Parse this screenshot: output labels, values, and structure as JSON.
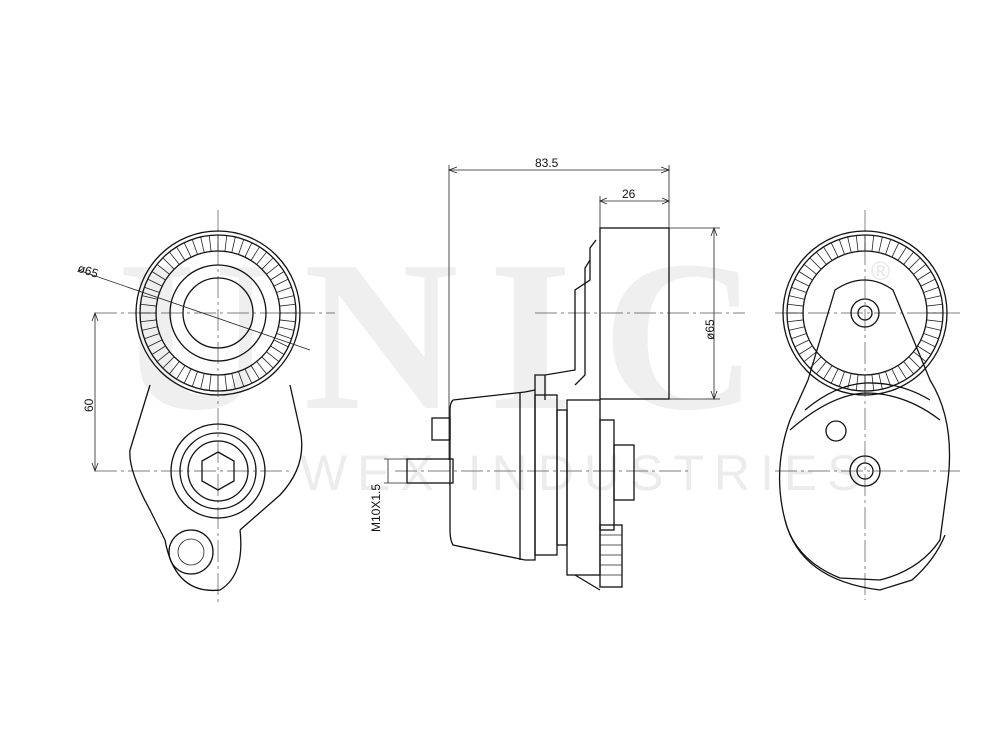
{
  "drawing": {
    "subject": "Belt tensioner assembly technical drawing",
    "views": [
      "front-view",
      "side-view",
      "rear-view"
    ]
  },
  "watermark": {
    "brand": "UNIC",
    "registered_mark": "®",
    "subtitle": "WEX INDUSTRIES"
  },
  "dimensions": {
    "overall_length": "83.5",
    "pulley_width": "26",
    "pulley_diameter_front": "ø65",
    "pulley_diameter_side": "ø65",
    "center_distance": "60",
    "thread": "M10X1.5"
  },
  "colors": {
    "line": "#111111",
    "watermark": "#efefef",
    "background": "#ffffff"
  }
}
